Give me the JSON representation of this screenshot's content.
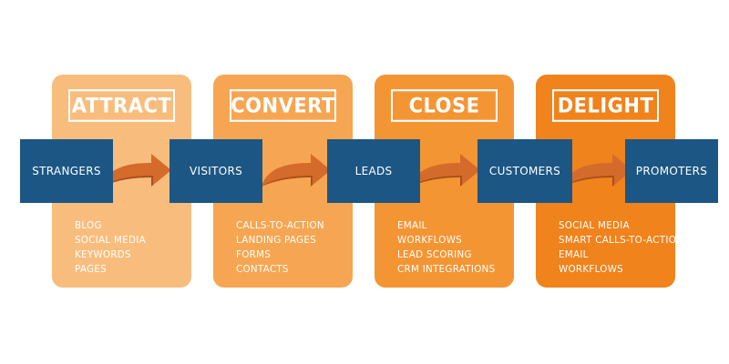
{
  "colors": {
    "stage_attract": "#f8bd7d",
    "stage_convert": "#f6a652",
    "stage_close": "#f49534",
    "stage_delight": "#f0831c",
    "node": "#1c5684",
    "arrow": "#d46b2b",
    "arrow_dark": "#a8501c"
  },
  "stages": [
    {
      "title": "ATTRACT",
      "items": [
        "BLOG",
        "SOCIAL MEDIA",
        "KEYWORDS",
        "PAGES"
      ]
    },
    {
      "title": "CONVERT",
      "items": [
        "CALLS-TO-ACTION",
        "LANDING PAGES",
        "FORMS",
        "CONTACTS"
      ]
    },
    {
      "title": "CLOSE",
      "items": [
        "EMAIL",
        "WORKFLOWS",
        "LEAD SCORING",
        "CRM INTEGRATIONS"
      ]
    },
    {
      "title": "DELIGHT",
      "items": [
        "SOCIAL MEDIA",
        "SMART CALLS-TO-ACTION",
        "EMAIL",
        "WORKFLOWS"
      ]
    }
  ],
  "nodes": [
    "STRANGERS",
    "VISITORS",
    "LEADS",
    "CUSTOMERS",
    "PROMOTERS"
  ],
  "arrow_icon": "curved-right-arrow-icon"
}
